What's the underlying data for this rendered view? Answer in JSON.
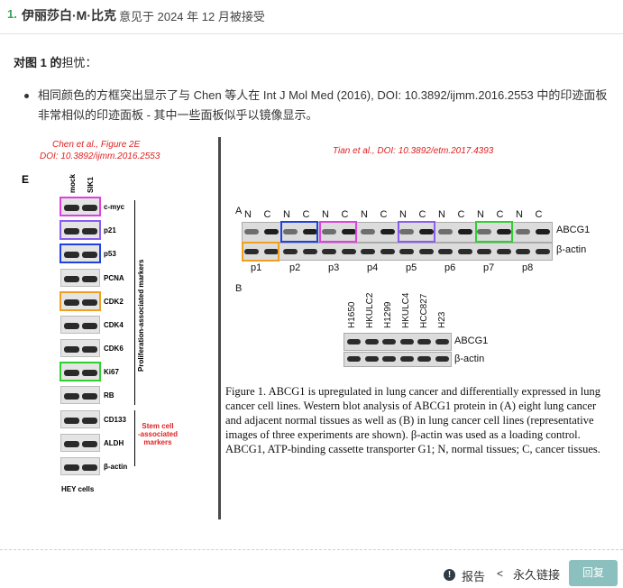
{
  "comment": {
    "number": "1.",
    "author": "伊丽莎白·M·比克",
    "meta": "意见于 2024 年 12 月被接受",
    "concern_prefix": "对图 1 的",
    "concern_suffix": "担忧：",
    "bullet": "相同颜色的方框突出显示了与 Chen 等人在 Int J Mol Med (2016), DOI: 10.3892/ijmm.2016.2553 中的印迹面板非常相似的印迹面板 - 其中一些面板似乎以镜像显示。"
  },
  "figure_left": {
    "caption_line1": "Chen et al., Figure 2E",
    "caption_line2": "DOI: 10.3892/ijmm.2016.2553",
    "panel": "E",
    "lanes": [
      "mock",
      "SIK1"
    ],
    "rows": [
      {
        "label": "c-myc"
      },
      {
        "label": "p21"
      },
      {
        "label": "p53"
      },
      {
        "label": "PCNA"
      },
      {
        "label": "CDK2"
      },
      {
        "label": "CDK4"
      },
      {
        "label": "CDK6"
      },
      {
        "label": "Ki67"
      },
      {
        "label": "RB"
      },
      {
        "label": "CD133"
      },
      {
        "label": "ALDH"
      },
      {
        "label": "β-actin"
      }
    ],
    "group1": "Proliferation-associated markers",
    "group2": [
      "Stem cell",
      "-associated",
      "markers"
    ],
    "cells": "HEY cells",
    "highlight_colors": {
      "magenta": "#e040e0",
      "purple": "#8a5cf0",
      "blue": "#2040e0",
      "orange": "#f0a020",
      "green": "#30d030"
    }
  },
  "figure_right": {
    "caption": "Tian et al., DOI: 10.3892/etm.2017.4393",
    "panelA": "A",
    "panelB": "B",
    "nc_labels": [
      "N",
      "C",
      "N",
      "C",
      "N",
      "C",
      "N",
      "C",
      "N",
      "C",
      "N",
      "C",
      "N",
      "C",
      "N",
      "C"
    ],
    "rowA1": "ABCG1",
    "rowA2": "β-actin",
    "pairs": [
      "p1",
      "p2",
      "p3",
      "p4",
      "p5",
      "p6",
      "p7",
      "p8"
    ],
    "cell_lines": [
      "H1650",
      "HKULC2",
      "H1299",
      "HKULC4",
      "HCC827",
      "H23"
    ],
    "rowB1": "ABCG1",
    "rowB2": "β-actin",
    "figure_text": "Figure 1. ABCG1 is upregulated in lung cancer and differentially expressed in lung cancer cell lines. Western blot analysis of ABCG1 protein in (A) eight lung cancer and adjacent normal tissues as well as (B) in lung cancer cell lines (representative images of three experiments are shown). β-actin was used as a loading control. ABCG1, ATP-binding cassette transporter G1; N, normal tissues; C, cancer tissues."
  },
  "footer": {
    "report_icon": "exclamation-circle-icon",
    "report": "报告",
    "share_icon": "share-icon",
    "permalink": "永久链接",
    "reply": "回复"
  },
  "colors": {
    "accent_green": "#3aa35f",
    "reply_bg": "#8bc0be",
    "red_caption": "#e02020"
  }
}
